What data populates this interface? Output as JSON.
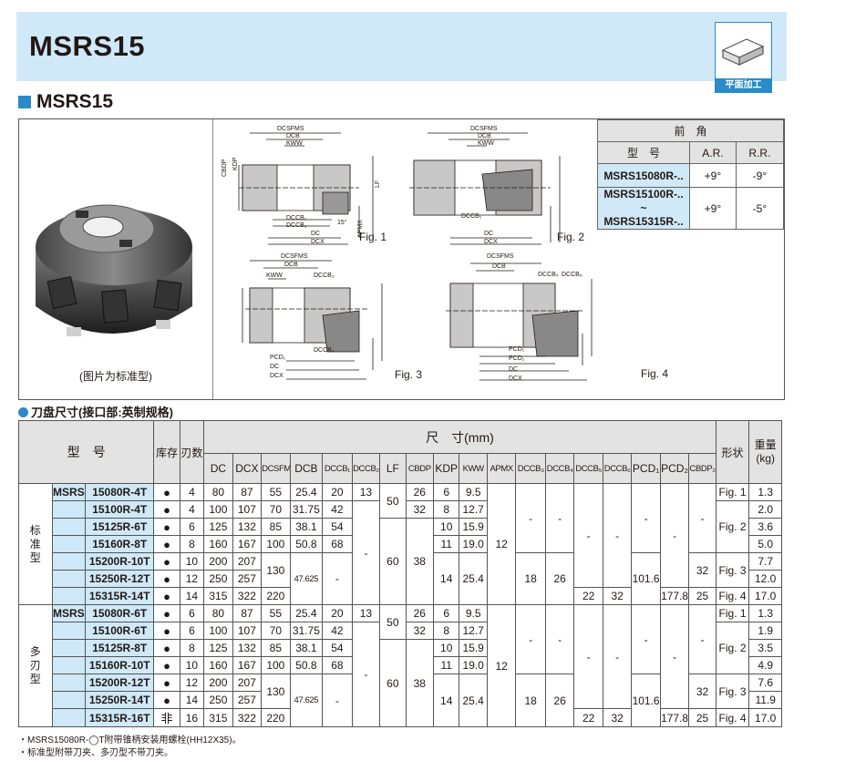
{
  "header": {
    "title": "MSRS15",
    "badge": "平面加工"
  },
  "section": {
    "title": "MSRS15"
  },
  "photo_caption": "(图片为标准型)",
  "figures": {
    "fig1": "Fig. 1",
    "fig2": "Fig. 2",
    "fig3": "Fig. 3",
    "fig4": "Fig. 4"
  },
  "dim_labels": {
    "dcsfms": "DCSFMS",
    "dcb": "DCB",
    "kww": "KWW",
    "cbdp": "CBDP",
    "kdp": "KDP",
    "lf": "LF",
    "dccb1": "DCCB₁",
    "dccb2": "DCCB₂",
    "dccb3": "DCCB₃",
    "dccb4": "DCCB₄",
    "dccb5": "DCCB₅",
    "dccb6": "DCCB₆",
    "dc": "DC",
    "dcx": "DCX",
    "apmx": "APMX",
    "deg": "15°",
    "pcd1": "PCD₁",
    "pcd2": "PCD₂"
  },
  "angle_table": {
    "title": "前　角",
    "col_model": "型　号",
    "col_ar": "A.R.",
    "col_rr": "R.R.",
    "rows": [
      {
        "model": "MSRS15080R-..",
        "ar": "+9°",
        "rr": "-9°"
      },
      {
        "model1": "MSRS15100R-..",
        "tilde": "~",
        "model2": "MSRS15315R-..",
        "ar": "+9°",
        "rr": "-5°"
      }
    ]
  },
  "dims_title": "刀盘尺寸(接口部:英制规格)",
  "table": {
    "h_model": "型　号",
    "h_stock": "库存",
    "h_teeth": "刃数",
    "h_dims": "尺　寸(mm)",
    "h_shape": "形状",
    "h_weight1": "重量",
    "h_weight2": "(kg)",
    "cols": [
      "DC",
      "DCX",
      "DCSFMS",
      "DCB",
      "DCCB₁",
      "DCCB₂",
      "LF",
      "CBDP",
      "KDP",
      "KWW",
      "APMX",
      "DCCB₃",
      "DCCB₄",
      "DCCB₅",
      "DCCB₆",
      "PCD₁",
      "PCD₂",
      "CBDP₂"
    ],
    "prefix": "MSRS",
    "group1": {
      "label": [
        "标",
        "准",
        "型"
      ],
      "rows": [
        {
          "m": "15080R-4T",
          "st": "●",
          "z": "4",
          "dc": "80",
          "dcx": "87",
          "dcsfms": "55",
          "dcb": "25.4",
          "dccb1": "20",
          "kdp": "6",
          "kww": "9.5",
          "shape": "Fig. 1",
          "kg": "1.3"
        },
        {
          "m": "15100R-4T",
          "st": "●",
          "z": "4",
          "dc": "100",
          "dcx": "107",
          "dcsfms": "70",
          "dcb": "31.75",
          "dccb1": "42",
          "kdp": "8",
          "kww": "12.7",
          "kg": "2.0"
        },
        {
          "m": "15125R-6T",
          "st": "●",
          "z": "6",
          "dc": "125",
          "dcx": "132",
          "dcsfms": "85",
          "dcb": "38.1",
          "dccb1": "54",
          "kdp": "10",
          "kww": "15.9",
          "kg": "3.6"
        },
        {
          "m": "15160R-8T",
          "st": "●",
          "z": "8",
          "dc": "160",
          "dcx": "167",
          "dcsfms": "100",
          "dcb": "50.8",
          "dccb1": "68",
          "kdp": "11",
          "kww": "19.0",
          "kg": "5.0"
        },
        {
          "m": "15200R-10T",
          "st": "●",
          "z": "10",
          "dc": "200",
          "dcx": "207",
          "kg": "7.7"
        },
        {
          "m": "15250R-12T",
          "st": "●",
          "z": "12",
          "dc": "250",
          "dcx": "257",
          "kg": "12.0"
        },
        {
          "m": "15315R-14T",
          "st": "●",
          "z": "14",
          "dc": "315",
          "dcx": "322",
          "dcsfms": "220",
          "kg": "17.0"
        }
      ],
      "lf1": "50",
      "lf2": "60",
      "cbdp1": "26",
      "cbdp1b": "32",
      "cbdp2": "38",
      "dccb2": "13",
      "dash": "-",
      "apmx": "12",
      "dcsfms_m": "130",
      "dcb_m": "47.625",
      "kdp_m": "14",
      "kww_m": "25.4",
      "dccb3": "18",
      "dccb4": "26",
      "dccb5": "22",
      "dccb6": "32",
      "pcd1": "101.6",
      "pcd2": "177.8",
      "cbdp2_a": "32",
      "cbdp2_b": "25",
      "fig2": "Fig. 2",
      "fig3": "Fig. 3",
      "fig4": "Fig. 4"
    },
    "group2": {
      "label": [
        "多",
        "刃",
        "型"
      ],
      "rows": [
        {
          "m": "15080R-6T",
          "st": "●",
          "z": "6",
          "dc": "80",
          "dcx": "87",
          "dcsfms": "55",
          "dcb": "25.4",
          "dccb1": "20",
          "kdp": "6",
          "kww": "9.5",
          "shape": "Fig. 1",
          "kg": "1.3"
        },
        {
          "m": "15100R-6T",
          "st": "●",
          "z": "6",
          "dc": "100",
          "dcx": "107",
          "dcsfms": "70",
          "dcb": "31.75",
          "dccb1": "42",
          "kdp": "8",
          "kww": "12.7",
          "kg": "1.9"
        },
        {
          "m": "15125R-8T",
          "st": "●",
          "z": "8",
          "dc": "125",
          "dcx": "132",
          "dcsfms": "85",
          "dcb": "38.1",
          "dccb1": "54",
          "kdp": "10",
          "kww": "15.9",
          "kg": "3.5"
        },
        {
          "m": "15160R-10T",
          "st": "●",
          "z": "10",
          "dc": "160",
          "dcx": "167",
          "dcsfms": "100",
          "dcb": "50.8",
          "dccb1": "68",
          "kdp": "11",
          "kww": "19.0",
          "kg": "4.9"
        },
        {
          "m": "15200R-12T",
          "st": "●",
          "z": "12",
          "dc": "200",
          "dcx": "207",
          "kg": "7.6"
        },
        {
          "m": "15250R-14T",
          "st": "●",
          "z": "14",
          "dc": "250",
          "dcx": "257",
          "kg": "11.9"
        },
        {
          "m": "15315R-16T",
          "st": "非",
          "z": "16",
          "dc": "315",
          "dcx": "322",
          "dcsfms": "220",
          "kg": "17.0"
        }
      ]
    }
  },
  "notes": [
    "・MSRS15080R-◯T附带锥柄安装用螺栓(HH12X35)。",
    "・标准型附带刀夹、多刃型不带刀夹。"
  ]
}
